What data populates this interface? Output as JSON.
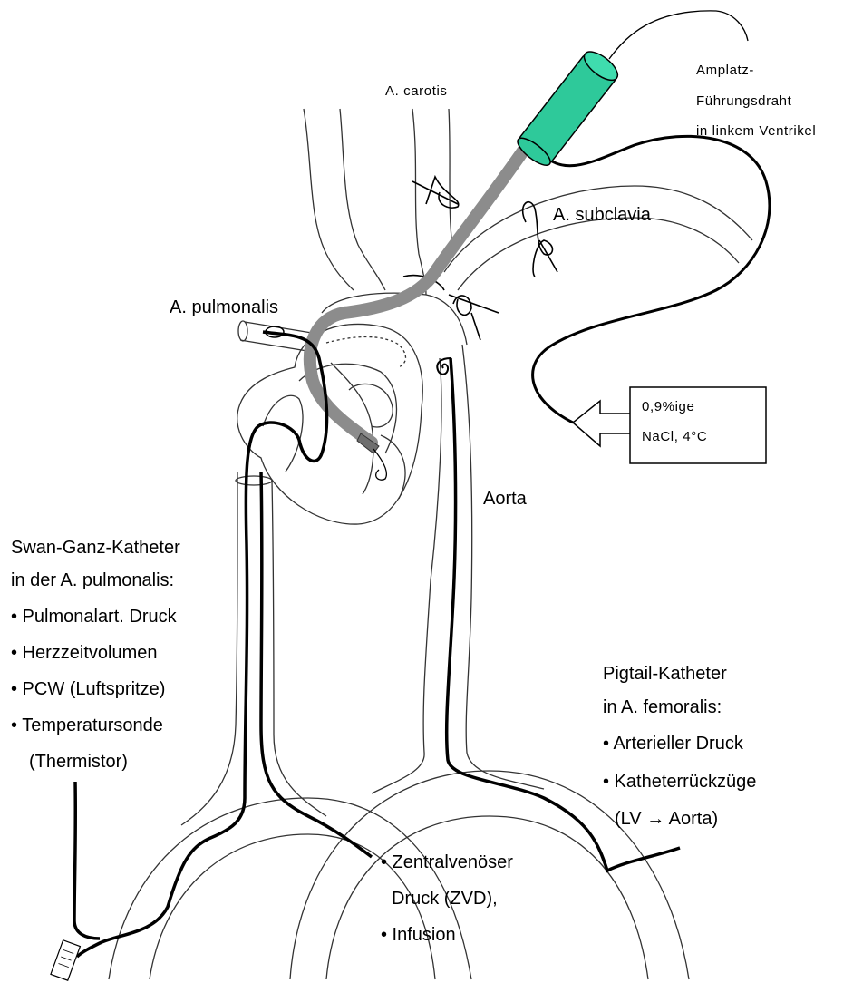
{
  "colors": {
    "ink": "#000000",
    "vessel": "#333333",
    "catheter_sheath": "#8c8c8c",
    "syringe_green": "#2ec99a",
    "syringe_cap": "#3fdcae"
  },
  "labels": {
    "carotis": "A. carotis",
    "subclavia": "A. subclavia",
    "pulmonalis": "A. pulmonalis",
    "aorta": "Aorta",
    "amplatz": [
      "Amplatz-",
      "Führungsdraht",
      "in linkem Ventrikel"
    ],
    "nacl": [
      "0,9%ige",
      "NaCl, 4°C"
    ]
  },
  "swan_ganz": {
    "title": "Swan-Ganz-Katheter",
    "subtitle": "in der A. pulmonalis:",
    "items": [
      "• Pulmonalart. Druck",
      "• Herzzeitvolumen",
      "• PCW (Luftspritze)",
      "• Temperatursonde"
    ],
    "note": "(Thermistor)"
  },
  "pigtail": {
    "title": "Pigtail-Katheter",
    "subtitle": "in A. femoralis:",
    "items": [
      "• Arterieller Druck",
      "• Katheterrückzüge"
    ],
    "note": "(LV → Aorta)"
  },
  "zvd": {
    "lines": [
      "• Zentralvenöser",
      "Druck (ZVD),",
      "• Infusion"
    ]
  }
}
